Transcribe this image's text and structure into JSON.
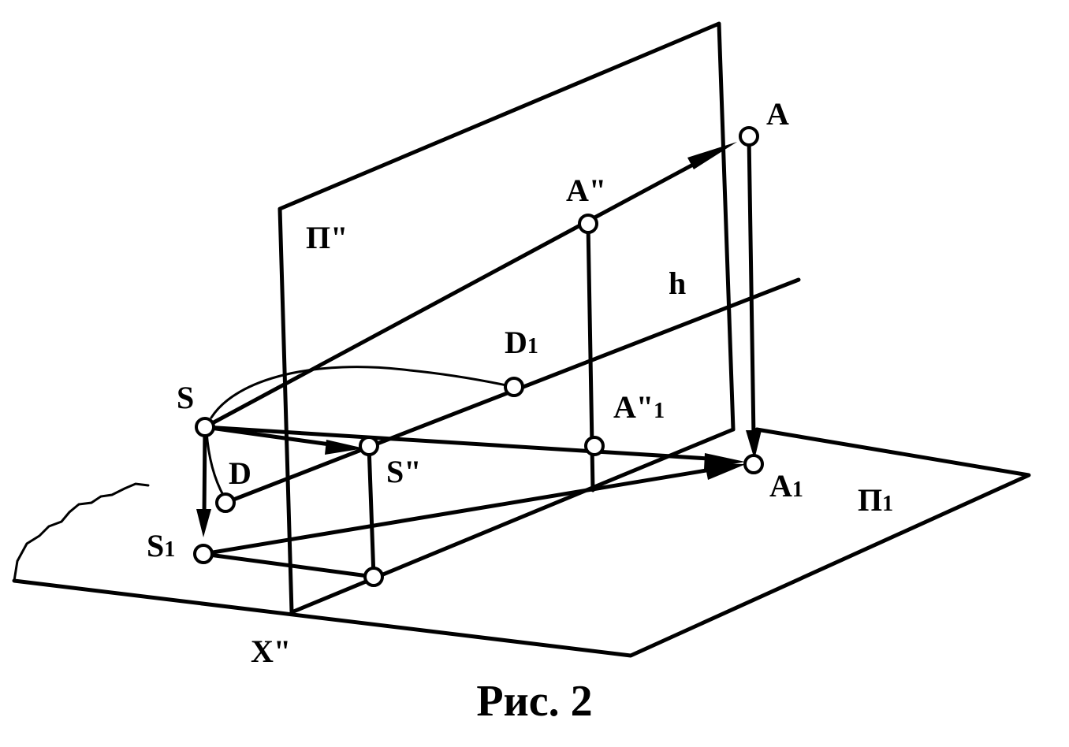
{
  "figure": {
    "caption": "Рис. 2",
    "plane_labels": {
      "frontal": "П\"",
      "horizontal": "П",
      "horizontal_sub": "1"
    },
    "line_label": "h",
    "axis_label": "X\"",
    "points": {
      "A": {
        "main": "A",
        "sub": ""
      },
      "A_prime": {
        "main": "A\"",
        "sub": ""
      },
      "A_prime_1": {
        "main": "A\"",
        "sub": "1"
      },
      "A_1": {
        "main": "A",
        "sub": "1"
      },
      "S": {
        "main": "S",
        "sub": ""
      },
      "S_prime": {
        "main": "S\"",
        "sub": ""
      },
      "S_1": {
        "main": "S",
        "sub": "1"
      },
      "D": {
        "main": "D",
        "sub": ""
      },
      "D_1": {
        "main": "D",
        "sub": "1"
      }
    }
  },
  "colors": {
    "ink": "#000000",
    "paper": "#ffffff"
  }
}
